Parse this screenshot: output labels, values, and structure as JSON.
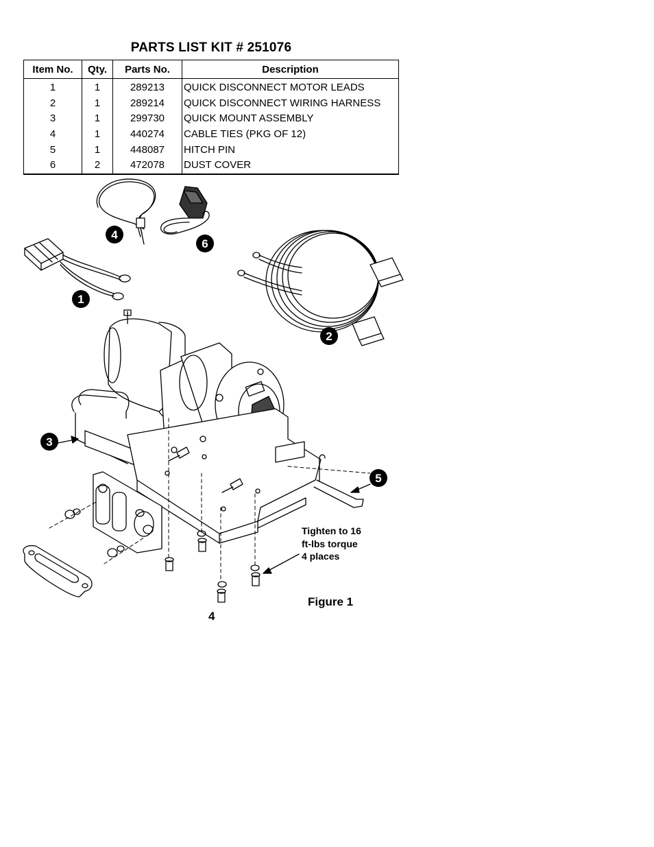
{
  "title": "PARTS LIST KIT # 251076",
  "table": {
    "headers": [
      "Item No.",
      "Qty.",
      "Parts No.",
      "Description"
    ],
    "rows": [
      [
        "1",
        "1",
        "289213",
        "QUICK DISCONNECT MOTOR LEADS"
      ],
      [
        "2",
        "1",
        "289214",
        "QUICK DISCONNECT WIRING HARNESS"
      ],
      [
        "3",
        "1",
        "299730",
        "QUICK MOUNT ASSEMBLY"
      ],
      [
        "4",
        "1",
        "440274",
        "CABLE TIES (PKG OF 12)"
      ],
      [
        "5",
        "1",
        "448087",
        "HITCH PIN"
      ],
      [
        "6",
        "2",
        "472078",
        "DUST COVER"
      ]
    ]
  },
  "callouts": [
    "1",
    "2",
    "3",
    "4",
    "5",
    "6"
  ],
  "torque_note": [
    "Tighten to 16",
    "ft-lbs torque",
    "4 places"
  ],
  "figure_label": "Figure 1",
  "page_number": "4"
}
